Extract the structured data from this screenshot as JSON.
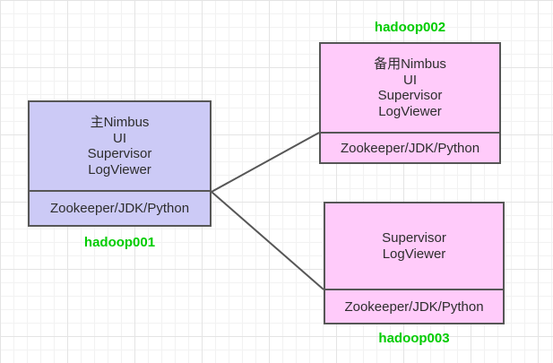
{
  "diagram": {
    "colors": {
      "node_primary_fill": "#cccaf6",
      "node_secondary_fill": "#ffcbfa",
      "node_border": "#565656",
      "connector": "#565656",
      "host_label_green": "#00cc00",
      "node_text": "#2d2d2d"
    },
    "nodes": [
      {
        "host": "hadoop001",
        "services": [
          "主Nimbus",
          "UI",
          "Supervisor",
          "LogViewer"
        ],
        "runtime": "Zookeeper/JDK/Python"
      },
      {
        "host": "hadoop002",
        "services": [
          "备用Nimbus",
          "UI",
          "Supervisor",
          "LogViewer"
        ],
        "runtime": "Zookeeper/JDK/Python"
      },
      {
        "host": "hadoop003",
        "services": [
          "Supervisor",
          "LogViewer"
        ],
        "runtime": "Zookeeper/JDK/Python"
      }
    ],
    "connections": [
      {
        "from": "hadoop001",
        "to": "hadoop002"
      },
      {
        "from": "hadoop001",
        "to": "hadoop003"
      }
    ]
  }
}
